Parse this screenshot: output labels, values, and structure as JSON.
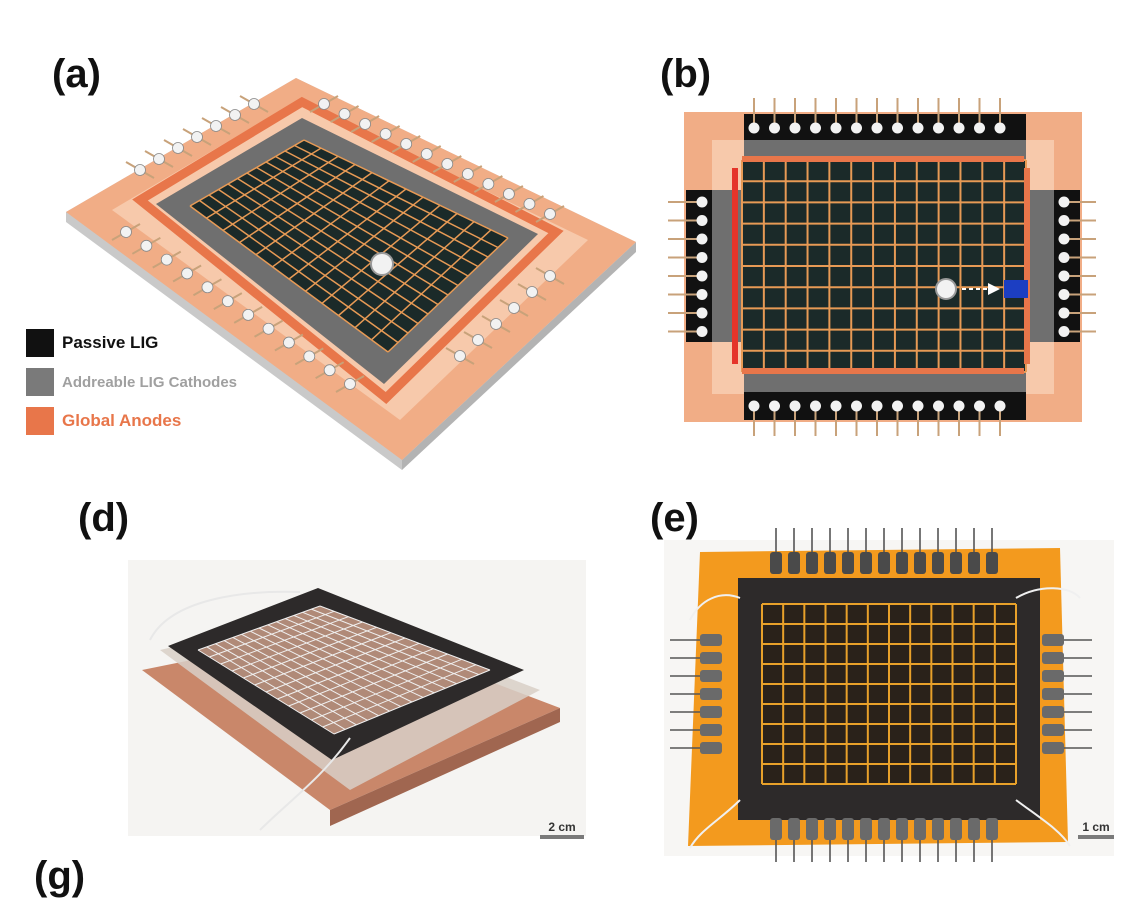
{
  "panels": {
    "a": "(a)",
    "b": "(b)",
    "d": "(d)",
    "e": "(e)",
    "g": "(g)"
  },
  "legend": [
    {
      "label": "Passive LIG",
      "color": "#111111",
      "text_color": "#111111"
    },
    {
      "label": "Addreable LIG Cathodes",
      "color": "#7a7a7a",
      "text_color": "#a0a0a0"
    },
    {
      "label": "Global Anodes",
      "color": "#e8764a",
      "text_color": "#e8764a"
    }
  ],
  "scalebars": {
    "d": "2 cm",
    "e": "1 cm"
  },
  "colors": {
    "substrate": "#f1ad86",
    "substrate_light": "#f7c9ab",
    "anode": "#e8764a",
    "anode_red": "#e5342a",
    "passive": "#111111",
    "cathode": "#6f6f6f",
    "grid_line": "#e79a55",
    "cell": "#1b2a29",
    "highlight_cell": "#1c3ec2",
    "kapton": "#f39a1e",
    "dark_frame": "#2d2a2a"
  }
}
